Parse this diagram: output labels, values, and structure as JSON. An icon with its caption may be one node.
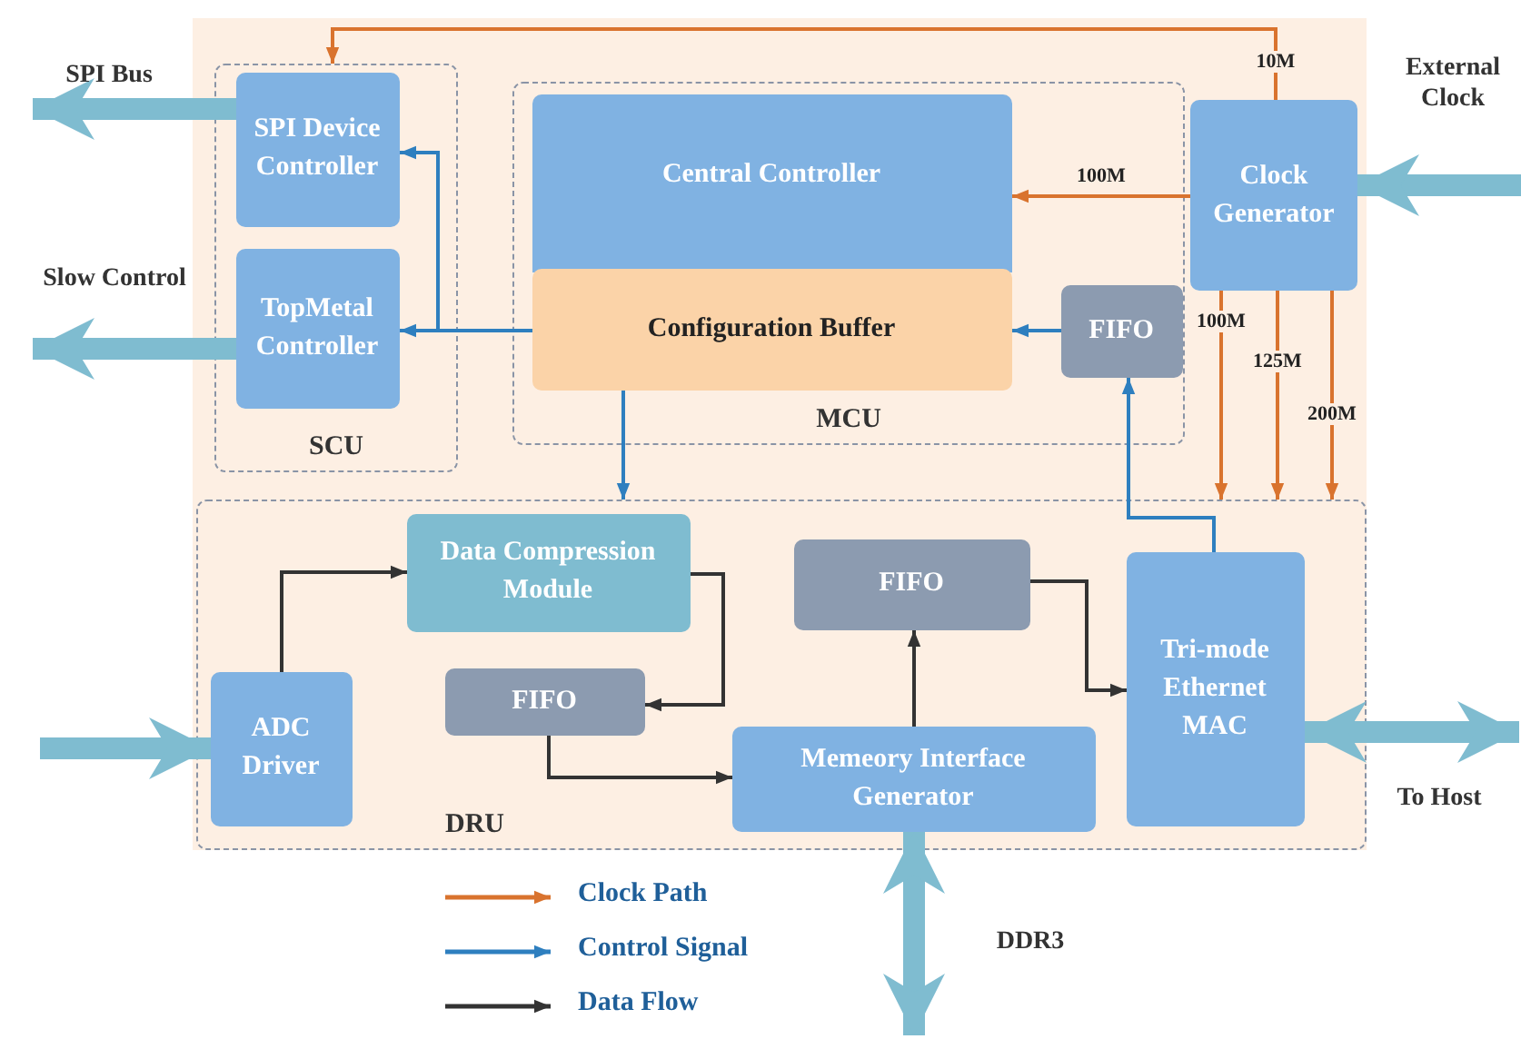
{
  "diagram": {
    "nodes": [
      {
        "text": [],
        "shape": "box"
      },
      {
        "text": [
          "SCU"
        ],
        "in": 0
      },
      {
        "text": [
          "SPI Device Controller"
        ],
        "in": 1
      },
      {
        "text": [
          "TopMetal Controller"
        ],
        "in": 1
      },
      {
        "text": [
          "MCU"
        ],
        "in": 0
      },
      {
        "text": [
          "Central Controller"
        ],
        "in": 4
      },
      {
        "text": [
          "Configuration  Buffer"
        ],
        "in": 4
      },
      {
        "text": [
          "FIFO"
        ],
        "in": 4
      },
      {
        "text": [
          "Clock Generator"
        ],
        "in": 0
      },
      {
        "text": [
          "DRU"
        ],
        "in": 0
      },
      {
        "text": [
          "ADC Driver"
        ],
        "in": 9
      },
      {
        "text": [
          "Data Compression Module"
        ],
        "in": 9
      },
      {
        "text": [
          "FIFO"
        ],
        "in": 9
      },
      {
        "text": [
          "Memeory Interface Generator"
        ],
        "in": 9
      },
      {
        "text": [
          "FIFO"
        ],
        "in": 9
      },
      {
        "text": [
          "Tri-mode Ethernet MAC"
        ],
        "in": 9
      }
    ],
    "edges": [
      {
        "from": 8,
        "to": 1,
        "arrow": "to",
        "label": "10M",
        "color": "#d9732e"
      },
      {
        "from": 8,
        "to": 5,
        "arrow": "to",
        "label": "100M",
        "color": "#d9732e"
      },
      {
        "from": 8,
        "to": 9,
        "arrow": "to",
        "label": "100M",
        "color": "#d9732e"
      },
      {
        "from": 8,
        "to": 9,
        "arrow": "to",
        "label": "125M",
        "color": "#d9732e"
      },
      {
        "from": 8,
        "to": 9,
        "arrow": "to",
        "label": "200M",
        "color": "#d9732e"
      },
      {
        "from": 6,
        "to": 2,
        "arrow": "to",
        "color": "#2e7fbf"
      },
      {
        "from": 6,
        "to": 3,
        "arrow": "to",
        "color": "#2e7fbf"
      },
      {
        "from": 6,
        "to": 9,
        "arrow": "to",
        "color": "#2e7fbf"
      },
      {
        "from": 7,
        "to": 6,
        "arrow": "to",
        "color": "#2e7fbf"
      },
      {
        "from": 15,
        "to": 7,
        "arrow": "to",
        "color": "#2e7fbf"
      },
      {
        "from": 10,
        "to": 11,
        "arrow": "to",
        "color": "#333333"
      },
      {
        "from": 11,
        "to": 12,
        "arrow": "to",
        "color": "#333333"
      },
      {
        "from": 12,
        "to": 13,
        "arrow": "to",
        "color": "#333333"
      },
      {
        "from": 13,
        "to": 14,
        "arrow": "to",
        "color": "#333333"
      },
      {
        "from": 14,
        "to": 15,
        "arrow": "to",
        "color": "#333333"
      },
      {
        "from": 2,
        "to": null,
        "arrow": "to",
        "style": "thick",
        "color": "#7fbcd0"
      },
      {
        "from": 3,
        "to": null,
        "arrow": "to",
        "style": "thick",
        "color": "#7fbcd0"
      },
      {
        "from": null,
        "to": 8,
        "arrow": "to",
        "style": "thick",
        "color": "#7fbcd0"
      },
      {
        "from": 15,
        "to": null,
        "arrow": "both",
        "style": "thick",
        "color": "#7fbcd0"
      },
      {
        "from": 13,
        "to": null,
        "arrow": "both",
        "style": "thick",
        "color": "#7fbcd0"
      },
      {
        "from": null,
        "to": 10,
        "arrow": "to",
        "style": "thick",
        "color": "#7fbcd0"
      }
    ],
    "labels": [
      "SPI Bus",
      "External Clock",
      "Slow Control",
      "To Host",
      "DDR3"
    ],
    "legend": [
      {
        "text": "Clock Path"
      },
      {
        "text": "Control Signal"
      },
      {
        "text": "Data Flow"
      }
    ]
  }
}
